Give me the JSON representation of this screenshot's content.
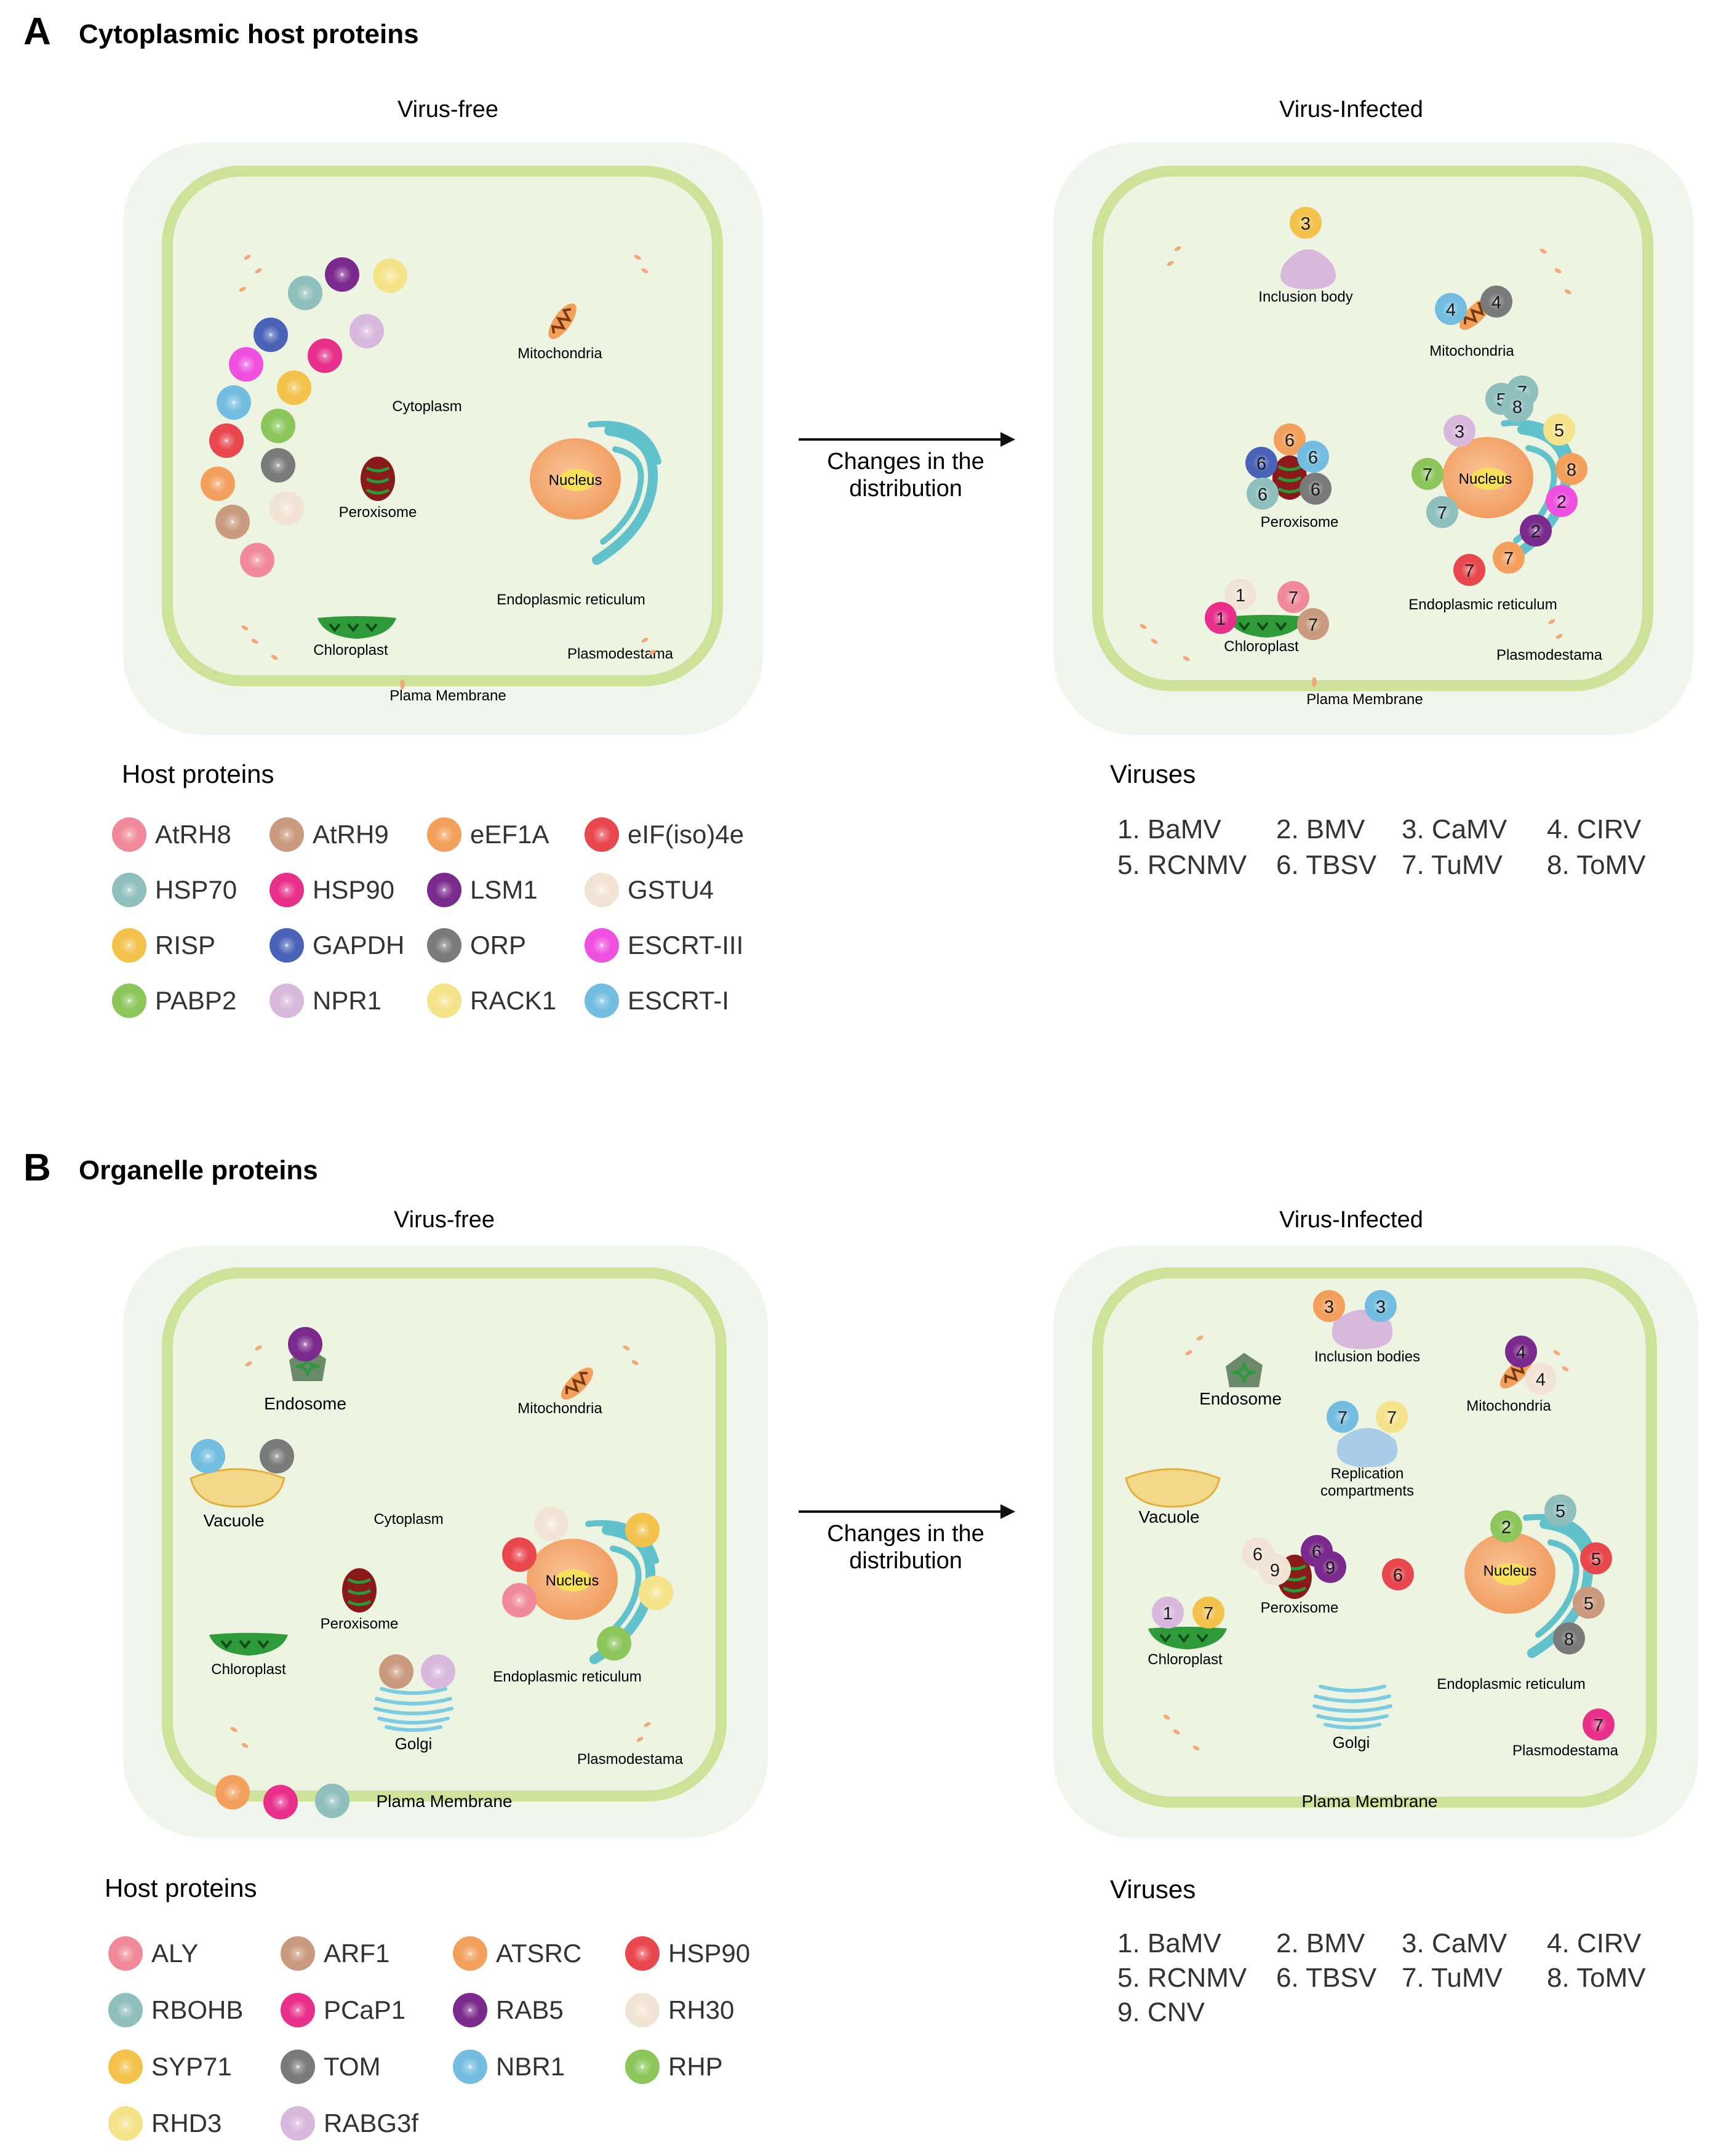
{
  "colors": {
    "p_pink": "#f08a9a",
    "p_tan": "#c99a7e",
    "p_orange": "#f2a05c",
    "p_red": "#e8474e",
    "p_teal": "#8fbfbd",
    "p_magenta": "#e8308a",
    "p_purple": "#7a2a8c",
    "p_cream": "#f2e4d4",
    "p_gold": "#f2c24a",
    "p_blue": "#4a62b8",
    "p_gray": "#7a7a7a",
    "p_hotpink": "#f050e0",
    "p_green": "#8cc65a",
    "p_lilac": "#d8b8dc",
    "p_lightyellow": "#f5e38a",
    "p_sky": "#72bde0",
    "organelle_green": "#3a9a3a",
    "cell_fill": "#edf4e2",
    "cell_wall": "#cde39a",
    "nucleus": "#f6b07a",
    "er": "#62c2cc"
  },
  "panelA": {
    "letter": "A",
    "title": "Cytoplasmic host proteins",
    "left_title": "Virus-free",
    "right_title": "Virus-Infected",
    "arrow_line1": "Changes in the",
    "arrow_line2": "distribution",
    "left_labels": {
      "mitochondria": "Mitochondria",
      "cytoplasm": "Cytoplasm",
      "peroxisome": "Peroxisome",
      "nucleus": "Nucleus",
      "er": "Endoplasmic reticulum",
      "chloroplast": "Chloroplast",
      "plasmodesmata": "Plasmodestama",
      "membrane": "Plama Membrane"
    },
    "right_labels": {
      "inclusion": "Inclusion body",
      "mitochondria": "Mitochondria",
      "peroxisome": "Peroxisome",
      "nucleus": "Nucleus",
      "er": "Endoplasmic reticulum",
      "chloroplast": "Chloroplast",
      "plasmodesmata": "Plasmodestama",
      "membrane": "Plama Membrane"
    },
    "left_dots": [
      {
        "color": "p_purple"
      },
      {
        "color": "p_lightyellow"
      },
      {
        "color": "p_teal"
      },
      {
        "color": "p_blue"
      },
      {
        "color": "p_lilac"
      },
      {
        "color": "p_hotpink"
      },
      {
        "color": "p_magenta"
      },
      {
        "color": "p_gold"
      },
      {
        "color": "p_sky"
      },
      {
        "color": "p_green"
      },
      {
        "color": "p_red"
      },
      {
        "color": "p_gray"
      },
      {
        "color": "p_orange"
      },
      {
        "color": "p_cream"
      },
      {
        "color": "p_tan"
      },
      {
        "color": "p_pink"
      }
    ],
    "right_badges": [
      {
        "n": "3",
        "color": "p_gold"
      },
      {
        "n": "4",
        "color": "p_sky"
      },
      {
        "n": "4",
        "color": "p_gray"
      },
      {
        "n": "6",
        "color": "p_orange"
      },
      {
        "n": "6",
        "color": "p_blue"
      },
      {
        "n": "6",
        "color": "p_sky"
      },
      {
        "n": "6",
        "color": "p_teal"
      },
      {
        "n": "6",
        "color": "p_gray"
      },
      {
        "n": "3",
        "color": "p_lilac"
      },
      {
        "n": "5",
        "color": "p_teal"
      },
      {
        "n": "7",
        "color": "p_teal"
      },
      {
        "n": "8",
        "color": "p_teal"
      },
      {
        "n": "5",
        "color": "p_lightyellow"
      },
      {
        "n": "8",
        "color": "p_orange"
      },
      {
        "n": "2",
        "color": "p_hotpink"
      },
      {
        "n": "2",
        "color": "p_purple"
      },
      {
        "n": "7",
        "color": "p_orange"
      },
      {
        "n": "7",
        "color": "p_red"
      },
      {
        "n": "7",
        "color": "p_green"
      },
      {
        "n": "7",
        "color": "p_teal"
      },
      {
        "n": "1",
        "color": "p_cream"
      },
      {
        "n": "7",
        "color": "p_pink"
      },
      {
        "n": "1",
        "color": "p_magenta"
      },
      {
        "n": "7",
        "color": "p_tan"
      }
    ],
    "legend_title": "Host proteins",
    "legend": [
      {
        "label": "AtRH8",
        "color": "p_pink"
      },
      {
        "label": "AtRH9",
        "color": "p_tan"
      },
      {
        "label": "eEF1A",
        "color": "p_orange"
      },
      {
        "label": "eIF(iso)4e",
        "color": "p_red"
      },
      {
        "label": "HSP70",
        "color": "p_teal"
      },
      {
        "label": "HSP90",
        "color": "p_magenta"
      },
      {
        "label": "LSM1",
        "color": "p_purple"
      },
      {
        "label": "GSTU4",
        "color": "p_cream"
      },
      {
        "label": "RISP",
        "color": "p_gold"
      },
      {
        "label": "GAPDH",
        "color": "p_blue"
      },
      {
        "label": "ORP",
        "color": "p_gray"
      },
      {
        "label": "ESCRT-III",
        "color": "p_hotpink"
      },
      {
        "label": "PABP2",
        "color": "p_green"
      },
      {
        "label": "NPR1",
        "color": "p_lilac"
      },
      {
        "label": "RACK1",
        "color": "p_lightyellow"
      },
      {
        "label": "ESCRT-I",
        "color": "p_sky"
      }
    ],
    "viruses_title": "Viruses",
    "viruses": [
      "1. BaMV",
      "2. BMV",
      "3. CaMV",
      "4. CIRV",
      "5. RCNMV",
      "6. TBSV",
      "7. TuMV",
      "8. ToMV"
    ]
  },
  "panelB": {
    "letter": "B",
    "title": "Organelle proteins",
    "left_title": "Virus-free",
    "right_title": "Virus-Infected",
    "arrow_line1": "Changes in the",
    "arrow_line2": "distribution",
    "left_labels": {
      "endosome": "Endosome",
      "mitochondria": "Mitochondria",
      "vacuole": "Vacuole",
      "cytoplasm": "Cytoplasm",
      "peroxisome": "Peroxisome",
      "nucleus": "Nucleus",
      "chloroplast": "Chloroplast",
      "er": "Endoplasmic reticulum",
      "golgi": "Golgi",
      "plasmodesmata": "Plasmodestama",
      "membrane": "Plama Membrane"
    },
    "right_labels": {
      "inclusion": "Inclusion bodies",
      "endosome": "Endosome",
      "mitochondria": "Mitochondria",
      "replication1": "Replication",
      "replication2": "compartments",
      "vacuole": "Vacuole",
      "peroxisome": "Peroxisome",
      "nucleus": "Nucleus",
      "chloroplast": "Chloroplast",
      "er": "Endoplasmic reticulum",
      "golgi": "Golgi",
      "plasmodesmata": "Plasmodestama",
      "membrane": "Plama Membrane"
    },
    "left_dots": [
      {
        "color": "p_purple"
      },
      {
        "color": "p_sky"
      },
      {
        "color": "p_gray"
      },
      {
        "color": "p_cream"
      },
      {
        "color": "p_gold"
      },
      {
        "color": "p_red"
      },
      {
        "color": "p_pink"
      },
      {
        "color": "p_lightyellow"
      },
      {
        "color": "p_green"
      },
      {
        "color": "p_tan"
      },
      {
        "color": "p_lilac"
      },
      {
        "color": "p_orange"
      },
      {
        "color": "p_magenta"
      },
      {
        "color": "p_teal"
      }
    ],
    "right_badges": [
      {
        "n": "3",
        "color": "p_orange"
      },
      {
        "n": "3",
        "color": "p_sky"
      },
      {
        "n": "4",
        "color": "p_purple"
      },
      {
        "n": "4",
        "color": "p_cream"
      },
      {
        "n": "7",
        "color": "p_sky"
      },
      {
        "n": "7",
        "color": "p_lightyellow"
      },
      {
        "n": "6",
        "color": "p_cream"
      },
      {
        "n": "9",
        "color": "p_cream"
      },
      {
        "n": "6",
        "color": "p_purple"
      },
      {
        "n": "9",
        "color": "p_purple"
      },
      {
        "n": "6",
        "color": "p_red"
      },
      {
        "n": "1",
        "color": "p_lilac"
      },
      {
        "n": "7",
        "color": "p_gold"
      },
      {
        "n": "2",
        "color": "p_green"
      },
      {
        "n": "5",
        "color": "p_teal"
      },
      {
        "n": "5",
        "color": "p_red"
      },
      {
        "n": "5",
        "color": "p_tan"
      },
      {
        "n": "8",
        "color": "p_gray"
      },
      {
        "n": "7",
        "color": "p_magenta"
      }
    ],
    "legend_title": "Host proteins",
    "legend": [
      {
        "label": "ALY",
        "color": "p_pink"
      },
      {
        "label": "ARF1",
        "color": "p_tan"
      },
      {
        "label": "ATSRC",
        "color": "p_orange"
      },
      {
        "label": "HSP90",
        "color": "p_red"
      },
      {
        "label": "RBOHB",
        "color": "p_teal"
      },
      {
        "label": "PCaP1",
        "color": "p_magenta"
      },
      {
        "label": "RAB5",
        "color": "p_purple"
      },
      {
        "label": "RH30",
        "color": "p_cream"
      },
      {
        "label": "SYP71",
        "color": "p_gold"
      },
      {
        "label": "TOM",
        "color": "p_gray"
      },
      {
        "label": "NBR1",
        "color": "p_sky"
      },
      {
        "label": "RHP",
        "color": "p_green"
      },
      {
        "label": "RHD3",
        "color": "p_lightyellow"
      },
      {
        "label": "RABG3f",
        "color": "p_lilac"
      }
    ],
    "viruses_title": "Viruses",
    "viruses": [
      "1. BaMV",
      "2. BMV",
      "3. CaMV",
      "4. CIRV",
      "5. RCNMV",
      "6. TBSV",
      "7. TuMV",
      "8. ToMV",
      "9. CNV"
    ]
  }
}
